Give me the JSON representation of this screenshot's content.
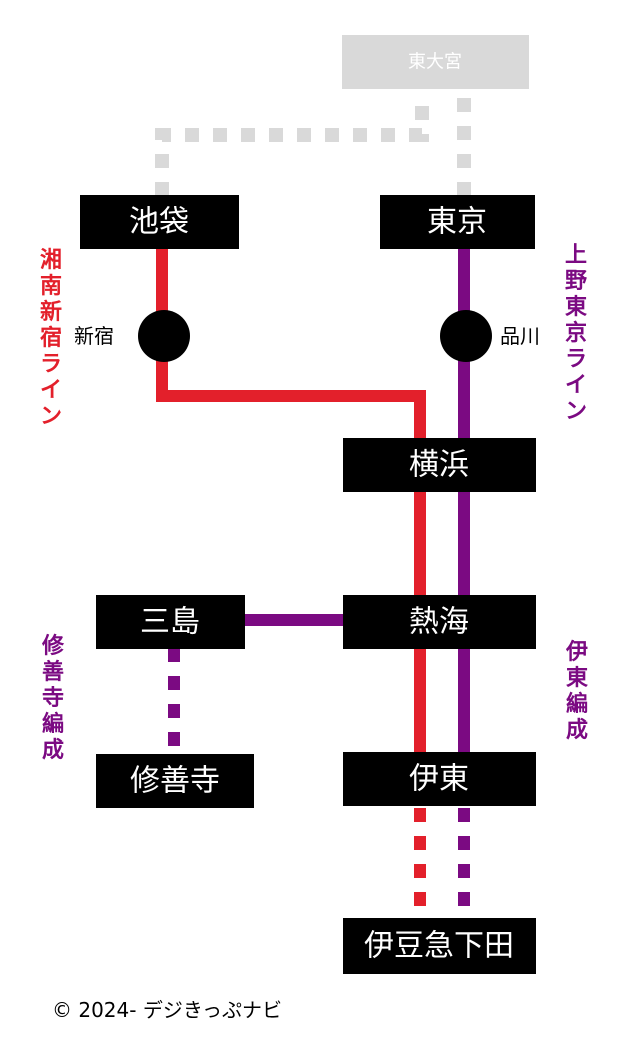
{
  "colors": {
    "shonan_shinjuku": "#e3202b",
    "ueno_tokyo": "#7b0a82",
    "continuation": "#d9d9d9",
    "station_box": "#000000",
    "station_text": "#ffffff"
  },
  "stations": {
    "higashi_omiya": "東大宮",
    "ikebukuro": "池袋",
    "tokyo": "東京",
    "yokohama": "横浜",
    "mishima": "三島",
    "atami": "熱海",
    "shuzenji": "修善寺",
    "ito": "伊東",
    "izukyu_shimoda": "伊豆急下田"
  },
  "via_stations": {
    "shinjuku": "新宿",
    "shinagawa": "品川"
  },
  "line_labels": {
    "shonan_shinjuku": "湘南新宿ライン",
    "ueno_tokyo": "上野東京ライン",
    "shuzenji_formation": "修善寺編成",
    "ito_formation": "伊東編成"
  },
  "copyright": "© 2024- デジきっぷナビ"
}
